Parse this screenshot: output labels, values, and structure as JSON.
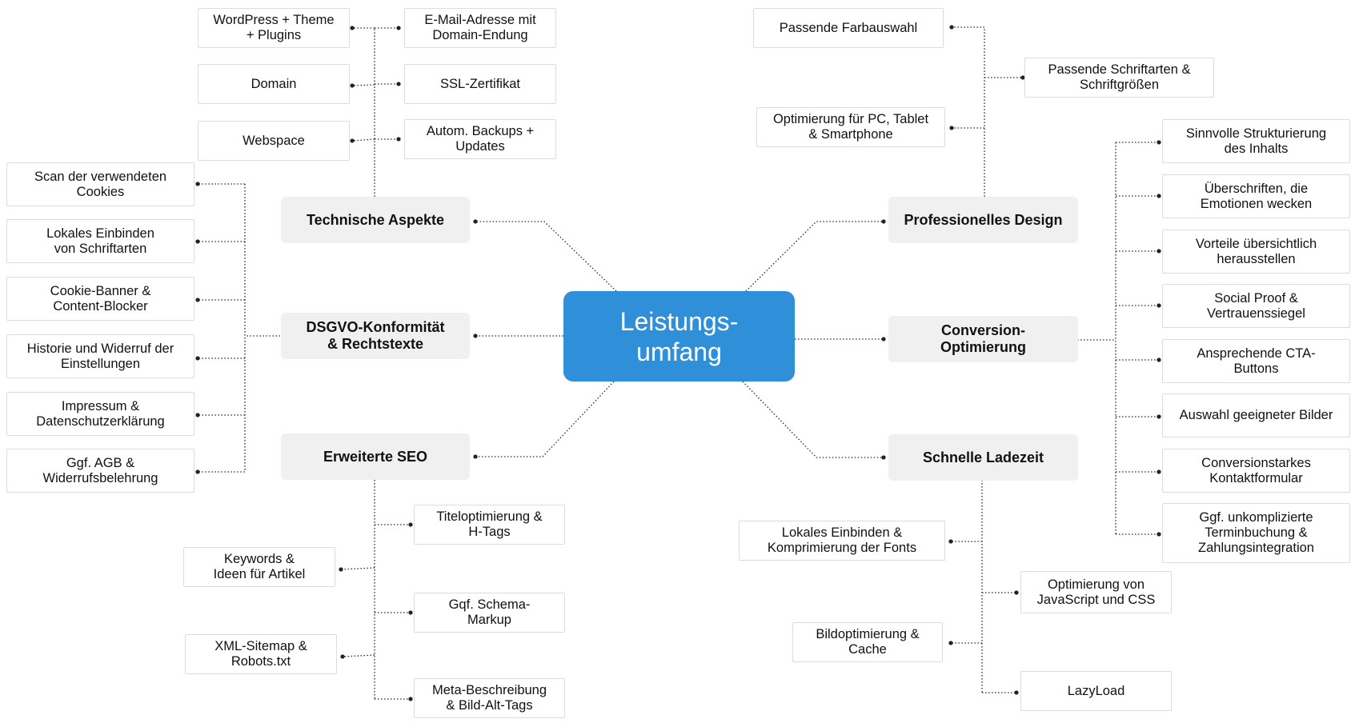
{
  "mindmap": {
    "center": "Leistungs-\numfang",
    "categories": {
      "technische_aspekte": "Technische Aspekte",
      "dsgvo": "DSGVO-Konformität\n& Rechtstexte",
      "seo": "Erweiterte SEO",
      "design": "Professionelles Design",
      "conversion": "Conversion-\nOptimierung",
      "ladezeit": "Schnelle Ladezeit"
    },
    "technische_aspekte": {
      "left": [
        "WordPress + Theme\n+ Plugins",
        "Domain",
        "Webspace"
      ],
      "right": [
        "E-Mail-Adresse mit\nDomain-Endung",
        "SSL-Zertifikat",
        "Autom. Backups +\nUpdates"
      ]
    },
    "dsgvo": [
      "Scan der verwendeten\nCookies",
      "Lokales Einbinden\nvon Schriftarten",
      "Cookie-Banner &\nContent-Blocker",
      "Historie und Widerruf der\nEinstellungen",
      "Impressum &\nDatenschutzerklärung",
      "Ggf. AGB &\nWiderrufsbelehrung"
    ],
    "seo": {
      "right": [
        "Titeloptimierung &\nH-Tags",
        "Gqf. Schema-\nMarkup",
        "Meta-Beschreibung\n& Bild-Alt-Tags"
      ],
      "left": [
        "Keywords &\nIdeen für Artikel",
        "XML-Sitemap &\nRobots.txt"
      ]
    },
    "design": {
      "left": [
        "Passende Farbauswahl",
        "Optimierung für PC, Tablet\n& Smartphone"
      ],
      "right": [
        "Passende Schriftarten &\nSchriftgrößen"
      ]
    },
    "conversion": [
      "Sinnvolle Strukturierung\ndes Inhalts",
      "Überschriften, die\nEmotionen wecken",
      "Vorteile übersichtlich\nherausstellen",
      "Social Proof &\nVertrauenssiegel",
      "Ansprechende CTA-\nButtons",
      "Auswahl geeigneter Bilder",
      "Conversionstarkes\nKontaktformular",
      "Ggf. unkomplizierte\nTerminbuchung &\nZahlungsintegration"
    ],
    "ladezeit": {
      "left": [
        "Lokales Einbinden &\nKomprimierung der Fonts",
        "Bildoptimierung &\nCache"
      ],
      "right": [
        "Optimierung von\nJavaScript und CSS",
        "LazyLoad"
      ]
    }
  }
}
